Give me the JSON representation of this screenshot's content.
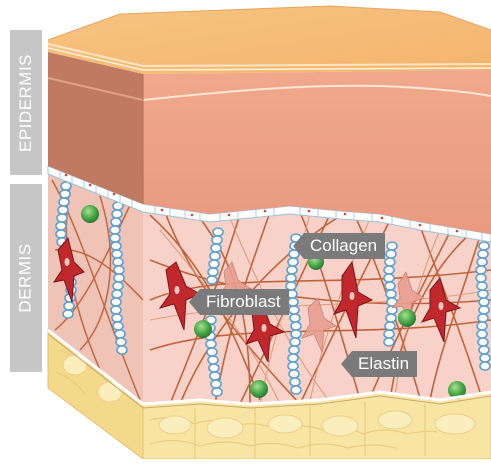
{
  "labels": {
    "epidermis": "EPIDERMIS",
    "dermis": "DERMIS"
  },
  "callouts": {
    "collagen": "Collagen",
    "fibroblast": "Fibroblast",
    "elastin": "Elastin"
  },
  "colors": {
    "epidermis_top": "#f6bd78",
    "epidermis_front": "#eea286",
    "epidermis_side": "#c07a62",
    "dermis": "#f8d2c8",
    "fibroblast": "#c0282c",
    "collagen": "#b9572e",
    "elastin": "#5a9fd1",
    "cell_green": "#48a84a",
    "fat": "#f9e5a3",
    "label_grey": "#c6c6c6",
    "callout_grey": "#7a7a7a"
  }
}
